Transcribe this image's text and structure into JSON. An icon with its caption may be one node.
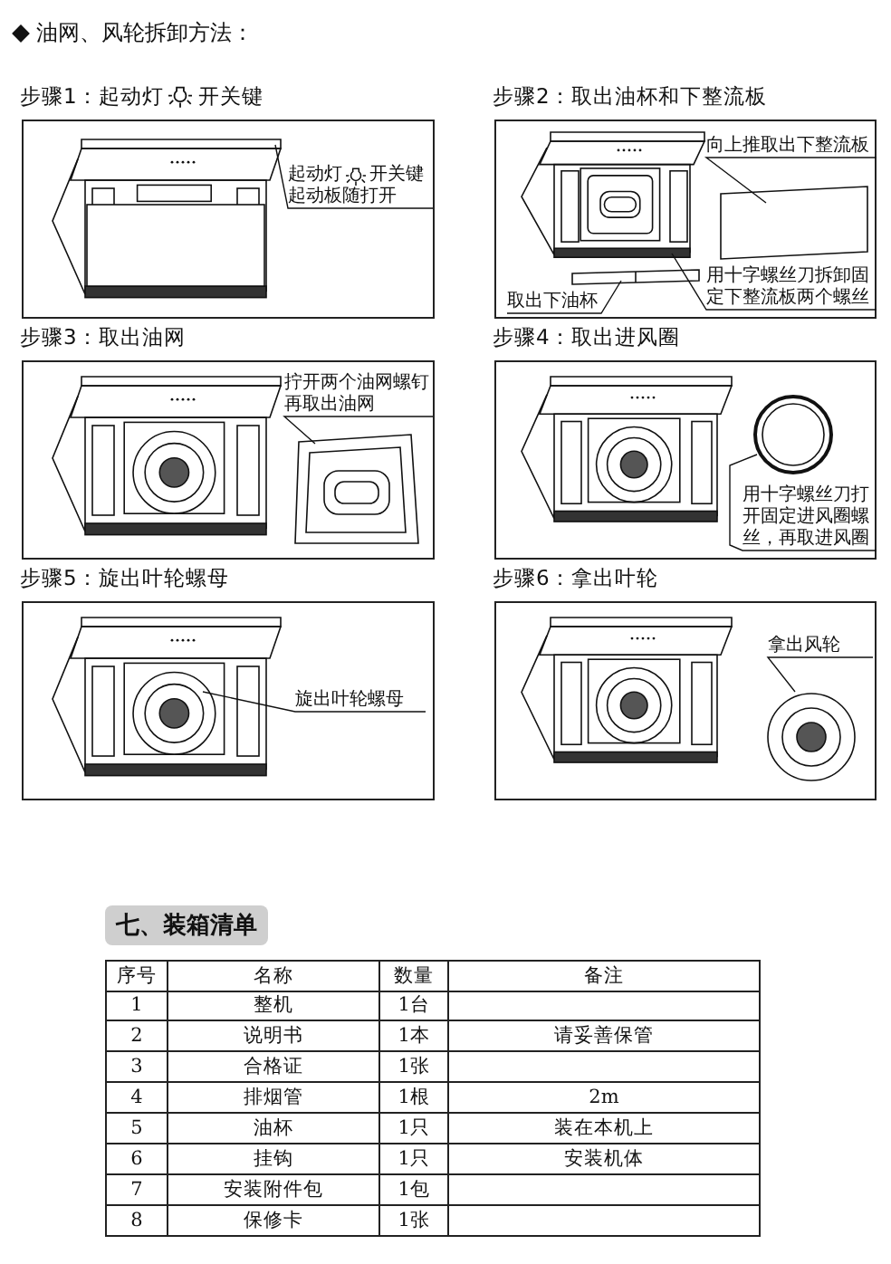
{
  "diagram": {
    "title": "油网、风轮拆卸方法：",
    "nodes": [
      {
        "text": [
          "步骤1：起动灯",
          "开关键"
        ]
      },
      {
        "text": [
          "起动灯",
          "开关键",
          "起动板随打开"
        ],
        "in": 0
      },
      {
        "text": [
          "步骤2：取出油杯和下整流板"
        ]
      },
      {
        "text": [
          "向上推取出下整流板"
        ],
        "in": 2
      },
      {
        "text": [
          "用十字螺丝刀拆卸固定下整流板两个螺丝"
        ],
        "in": 2
      },
      {
        "text": [
          "取出下油杯"
        ],
        "in": 2
      },
      {
        "text": [
          "步骤3：取出油网"
        ]
      },
      {
        "text": [
          "拧开两个油网螺钉再取出油网"
        ],
        "in": 6
      },
      {
        "text": [
          "步骤4：取出进风圈"
        ]
      },
      {
        "text": [
          "用十字螺丝刀打开固定进风圈螺丝，再取进风圈"
        ],
        "in": 8
      },
      {
        "text": [
          "步骤5：旋出叶轮螺母"
        ]
      },
      {
        "text": [
          "旋出叶轮螺母"
        ],
        "in": 10
      },
      {
        "text": [
          "步骤6：拿出叶轮"
        ]
      },
      {
        "text": [
          "拿出风轮"
        ],
        "in": 12
      },
      {
        "text": [
          "七、装箱清单"
        ]
      },
      {
        "text": [
          "序号",
          "名称",
          "数量",
          "备注"
        ]
      },
      {
        "text": [
          "1",
          "整机",
          "1台"
        ]
      },
      {
        "text": [
          "2",
          "说明书",
          "1本",
          "请妥善保管"
        ]
      },
      {
        "text": [
          "3",
          "合格证",
          "1张"
        ]
      },
      {
        "text": [
          "4",
          "排烟管",
          "1根",
          "2m"
        ]
      },
      {
        "text": [
          "5",
          "油杯",
          "1只",
          "装在本机上"
        ]
      },
      {
        "text": [
          "6",
          "挂钩",
          "1只",
          "安装机体"
        ]
      },
      {
        "text": [
          "7",
          "安装附件包",
          "1包"
        ]
      },
      {
        "text": [
          "8",
          "保修卡",
          "1张"
        ]
      }
    ],
    "edges": [
      {
        "from": 1,
        "to": null,
        "arrow": "none"
      },
      {
        "from": 3,
        "to": null,
        "arrow": "none"
      },
      {
        "from": 4,
        "to": null,
        "arrow": "none"
      },
      {
        "from": 5,
        "to": null,
        "arrow": "none"
      },
      {
        "from": 7,
        "to": null,
        "arrow": "none"
      },
      {
        "from": 9,
        "to": null,
        "arrow": "none"
      },
      {
        "from": 11,
        "to": null,
        "arrow": "none"
      },
      {
        "from": 13,
        "to": null,
        "arrow": "none"
      }
    ]
  }
}
